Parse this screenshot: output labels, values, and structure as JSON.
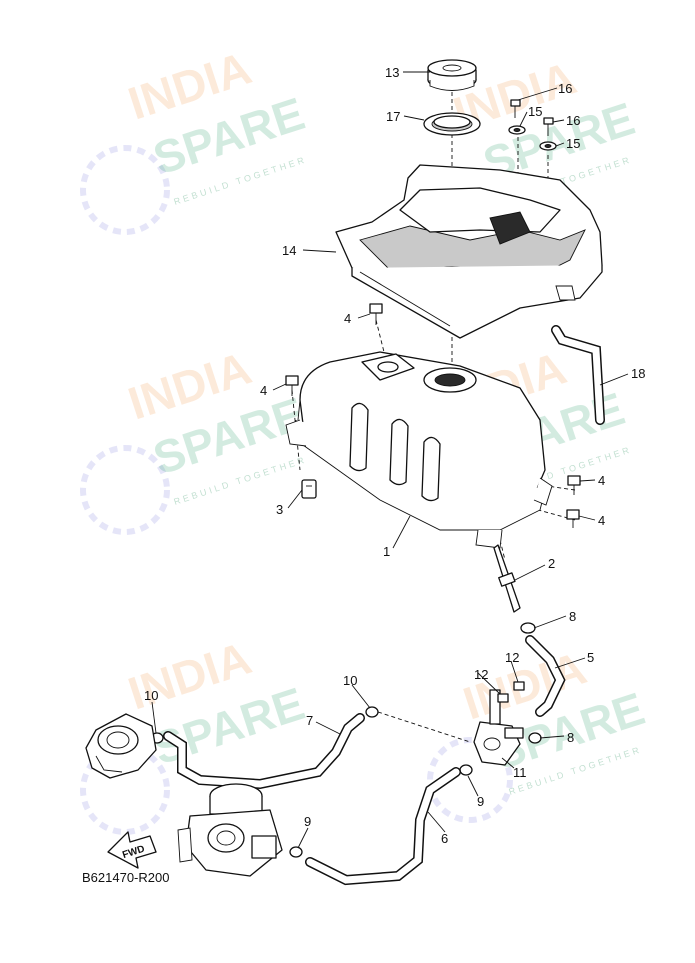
{
  "diagram": {
    "reference_code": "B621470-R200",
    "direction_badge": "FWD",
    "watermark": {
      "line1": "INDIA",
      "line2": "SPARE",
      "tagline": "REBUILD TOGETHER",
      "color_primary": "#f6a15a",
      "color_secondary": "#3aa877",
      "color_icon": "#6e6fd6"
    },
    "callouts": {
      "c1": "1",
      "c2": "2",
      "c3": "3",
      "c4a": "4",
      "c4b": "4",
      "c4c": "4",
      "c4d": "4",
      "c5": "5",
      "c6": "6",
      "c7": "7",
      "c8a": "8",
      "c8b": "8",
      "c9a": "9",
      "c9b": "9",
      "c10a": "10",
      "c10b": "10",
      "c11": "11",
      "c12a": "12",
      "c12b": "12",
      "c13": "13",
      "c14": "14",
      "c15a": "15",
      "c15b": "15",
      "c16a": "16",
      "c16b": "16",
      "c17": "17",
      "c18": "18"
    }
  }
}
